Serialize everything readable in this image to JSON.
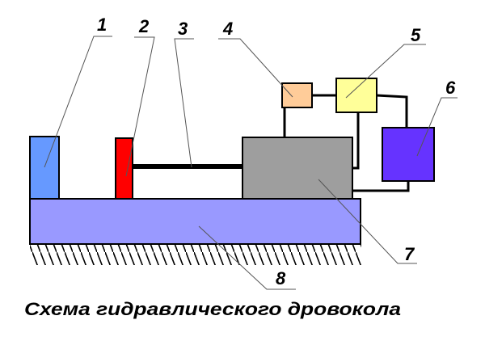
{
  "diagram": {
    "caption": "Схема гидравлического дровокола",
    "labels": [
      "1",
      "2",
      "3",
      "4",
      "5",
      "6",
      "7",
      "8"
    ],
    "colors": {
      "part1": "#6699ff",
      "part2": "#ff0000",
      "part4": "#ffcc99",
      "part5": "#ffff99",
      "part6": "#6633ff",
      "part7": "#999999",
      "part8": "#9999ff"
    }
  }
}
